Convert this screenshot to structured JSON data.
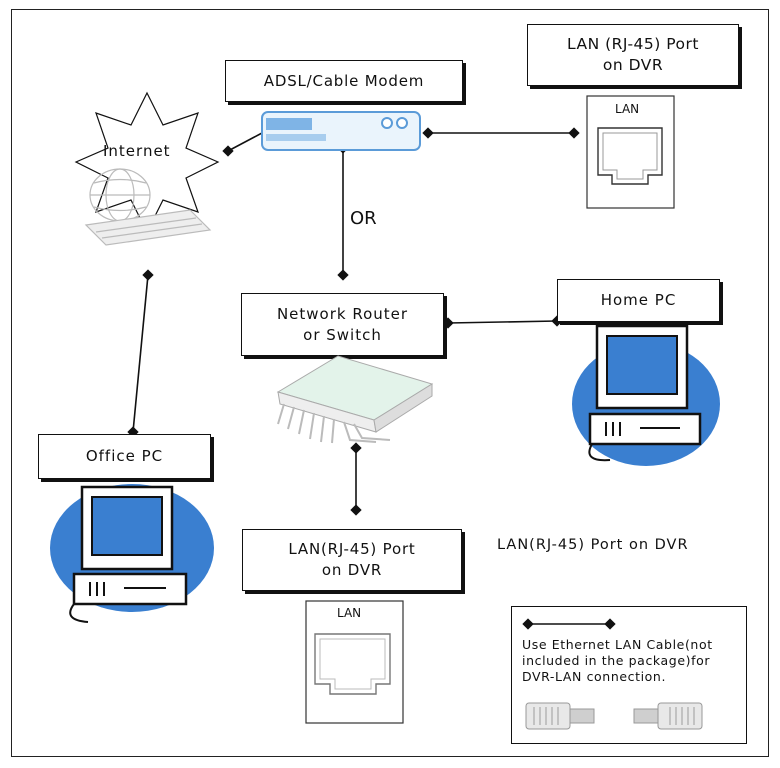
{
  "labels": {
    "modem": "ADSL/Cable Modem",
    "lan_port_top_line1": "LAN (RJ-45) Port",
    "lan_port_top_line2": "on DVR",
    "internet": "Internet",
    "or": "OR",
    "router_line1": "Network  Router",
    "router_line2": "or  Switch",
    "home_pc": "Home  PC",
    "office_pc": "Office  PC",
    "lan_port_bottom_line1": "LAN(RJ-45) Port",
    "lan_port_bottom_line2": "on DVR",
    "lan_port_caption": "LAN(RJ-45) Port on DVR",
    "lan_jack_top": "LAN",
    "lan_jack_bottom": "LAN"
  },
  "legend": {
    "text": "Use Ethernet LAN Cable(not included in the package)for DVR-LAN connection."
  },
  "colors": {
    "pc_blue": "#3a7fd0",
    "modem_blue": "#7fb4e6",
    "outline": "#111111"
  },
  "icons": [
    "modem-icon",
    "globe-keyboard-icon",
    "router-icon",
    "computer-icon",
    "lan-jack-icon",
    "ethernet-connector-icon"
  ]
}
